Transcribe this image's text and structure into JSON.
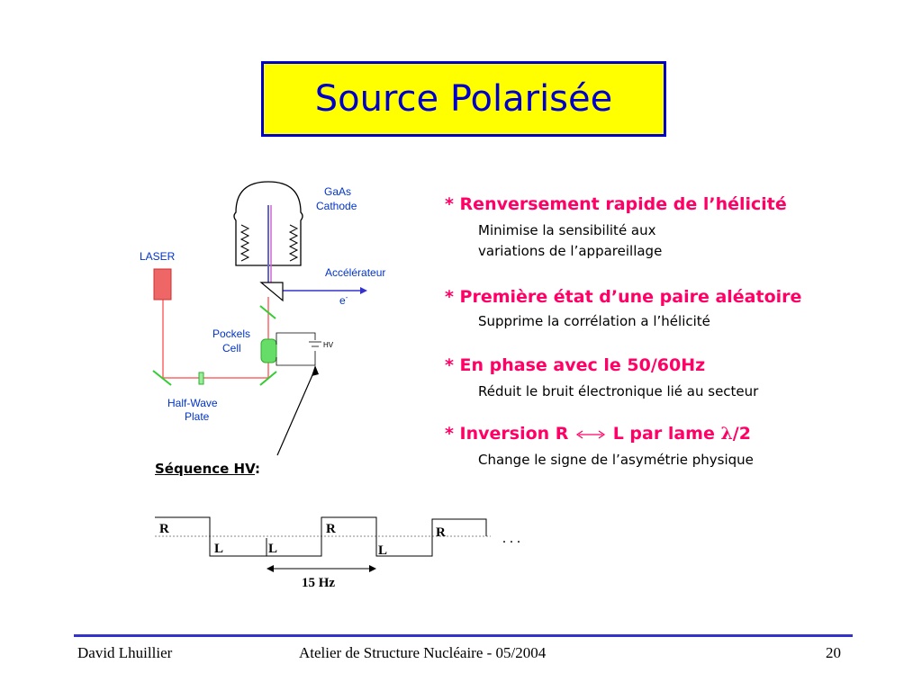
{
  "title": "Source Polarisée",
  "diagram": {
    "gaas": "GaAs",
    "cathode": "Cathode",
    "laser": "LASER",
    "accelerateur": "Accélérateur",
    "electron": "e",
    "electron_sup": "-",
    "pockels": "Pockels",
    "cell": "Cell",
    "hv": "HV",
    "halfwave": "Half-Wave",
    "plate": "Plate"
  },
  "sequence": {
    "label_u": "Séquence HV",
    "label_colon": ":",
    "r": "R",
    "l": "L",
    "freq": "15 Hz",
    "dots": ". . ."
  },
  "bullets": [
    {
      "head": "* Renversement rapide de l’hélicité",
      "sub": [
        "Minimise la sensibilité aux",
        "variations de l’appareillage"
      ]
    },
    {
      "head": "* Première état d’une paire aléatoire",
      "sub": [
        "Supprime la corrélation a l’hélicité"
      ]
    },
    {
      "head": "* En phase avec le 50/60Hz",
      "sub": [
        "Réduit le bruit électronique lié au secteur"
      ]
    },
    {
      "head_a": "* Inversion R",
      "head_b": "L par lame",
      "lambda": "λ",
      "head_c": "/2",
      "sub": [
        "Change le signe de l’asymétrie physique"
      ]
    }
  ],
  "footer": {
    "author": "David Lhuillier",
    "event": "Atelier de Structure Nucléaire - 05/2004",
    "page": "20"
  },
  "colors": {
    "title_bg": "#ffff00",
    "title_fg": "#0000cc",
    "bullet": "#ff0066",
    "diagram_text": "#0033cc"
  }
}
